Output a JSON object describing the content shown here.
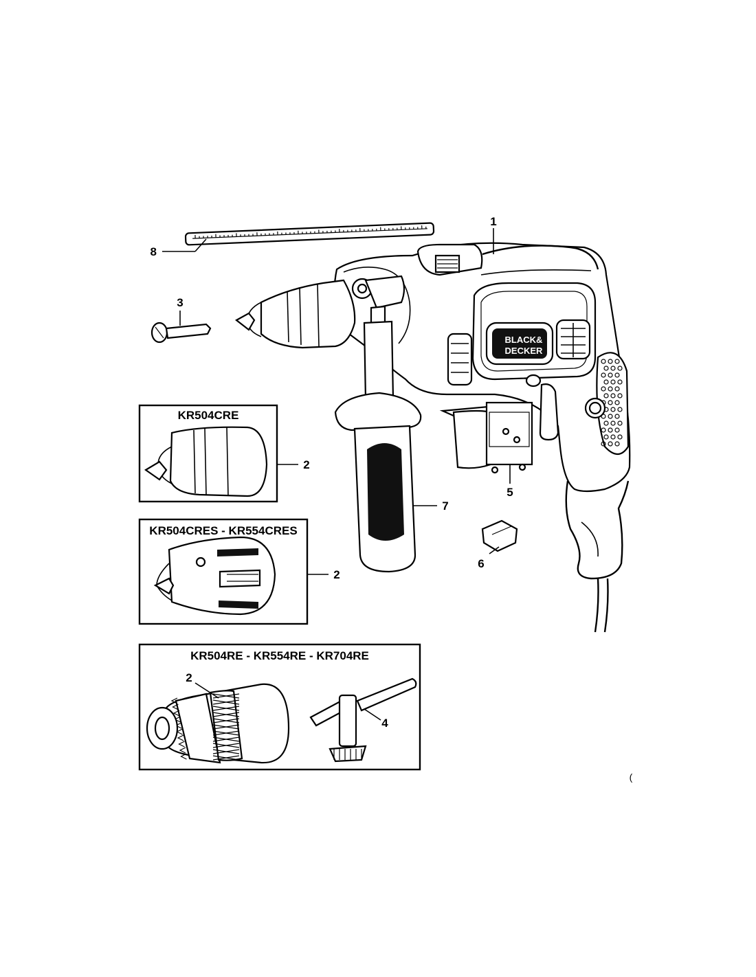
{
  "callouts": [
    "1",
    "2",
    "3",
    "4",
    "5",
    "6",
    "7",
    "8"
  ],
  "boxes": [
    {
      "title": "KR504CRE",
      "callout": "2"
    },
    {
      "title": "KR504CRES - KR554CRES",
      "callout": "2"
    },
    {
      "title": "KR504RE - KR554RE - KR704RE",
      "callout_chuck": "2",
      "callout_key": "4"
    }
  ],
  "logo_text": [
    "BLACK&",
    "DECKER"
  ],
  "corner_mark": "("
}
